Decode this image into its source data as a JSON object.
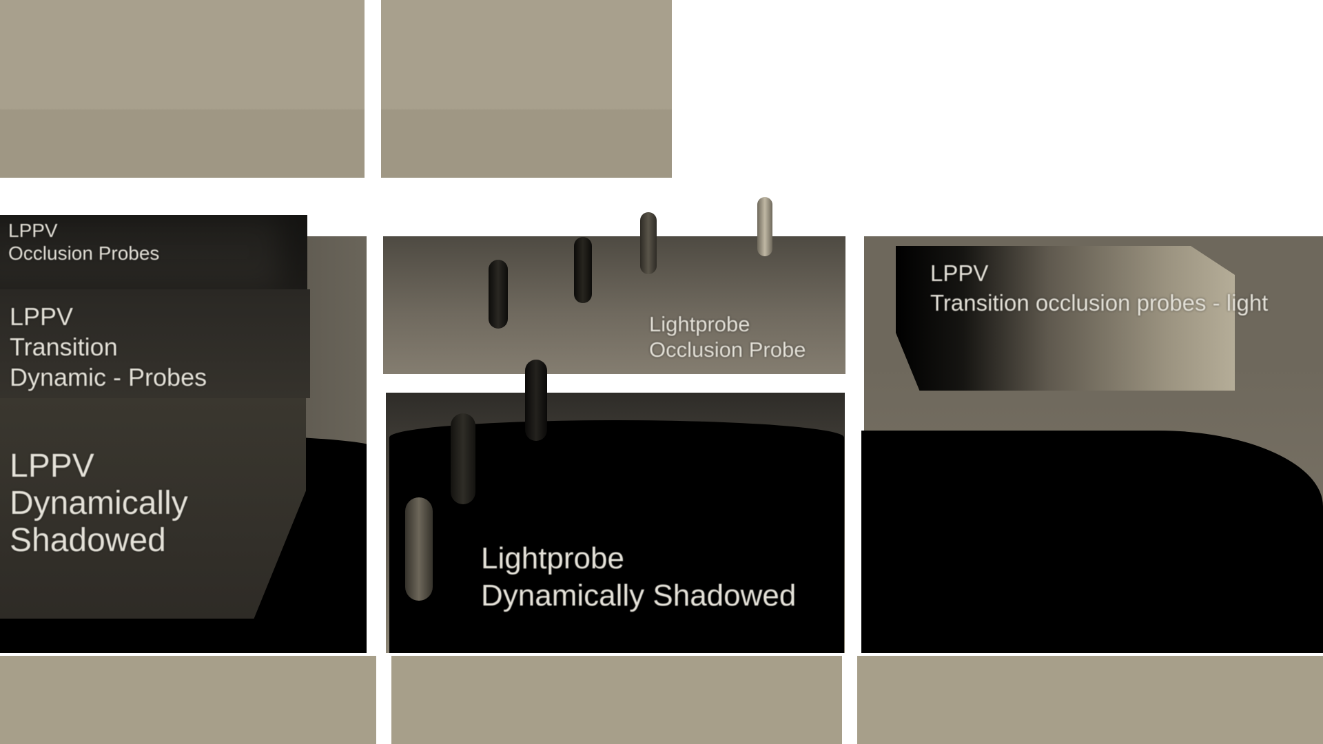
{
  "labels": {
    "lppv_occlusion": {
      "line1": "LPPV",
      "line2": "Occlusion Probes"
    },
    "lppv_transition_dynamic": {
      "line1": "LPPV",
      "line2": "Transition",
      "line3": "Dynamic - Probes"
    },
    "lppv_dynamic_shadowed": {
      "line1": "LPPV",
      "line2": "Dynamically",
      "line3": "Shadowed"
    },
    "lightprobe_occlusion": {
      "line1": "Lightprobe",
      "line2": "Occlusion Probe"
    },
    "lightprobe_dynamic_shadowed": {
      "line1": "Lightprobe",
      "line2": "Dynamically Shadowed"
    },
    "lppv_transition_light": {
      "line1": "LPPV",
      "line2": "Transition occlusion probes - light"
    }
  },
  "colors": {
    "wall": "#a8a08d",
    "floor": "#a79f8a",
    "shadow": "#000000",
    "label_text": "#e6e3da"
  }
}
